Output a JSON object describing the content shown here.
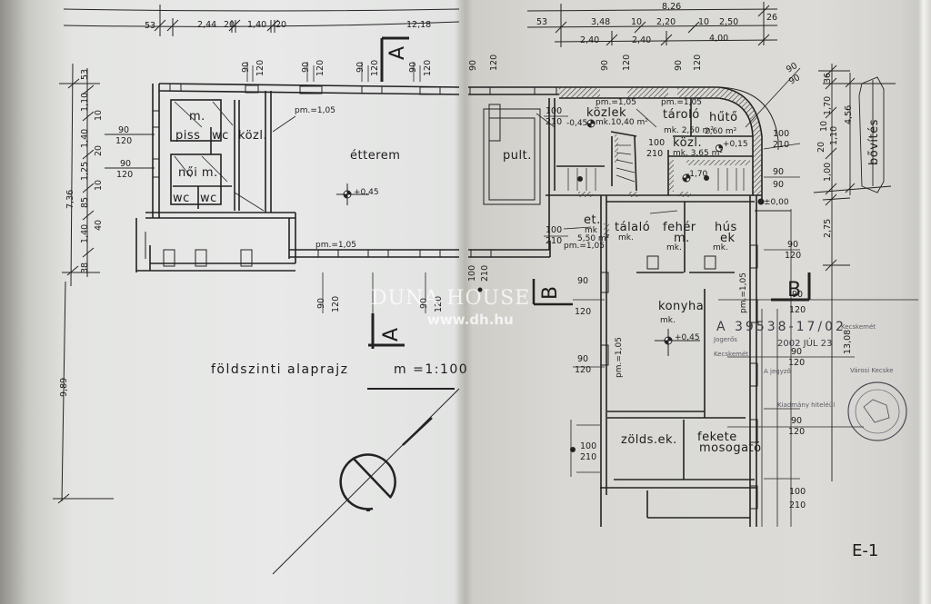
{
  "drawing": {
    "title": "földszinti alaprajz",
    "scale": "m =1:100",
    "sheet_id": "E-1",
    "watermark": {
      "brand": "DUNA HOUSE",
      "url": "www.dh.hu"
    },
    "section_markers": {
      "a": "A",
      "b": "B"
    },
    "approval_stamp": {
      "number": "A 39538-17/02",
      "date": "2002 JÚL 23",
      "line1": "Jogerős",
      "line2": "Kecskemét",
      "line3": "A jegyző",
      "line4": "Kiadmány hiteléül",
      "signer": "Városi Kecske"
    }
  },
  "rooms": {
    "etterem": "étterem",
    "piss": "piss",
    "wc1": "wc",
    "kozl1": "közl.",
    "ferfi": "m.",
    "noi": "női m.",
    "wc2": "wc",
    "wc3": "wc",
    "pult": "pult.",
    "kozlek": "közlek",
    "kozlek_area": "mk.10,40 m²",
    "tarolo": "tároló",
    "tarolo_area": "mk. 2,50 m²",
    "hulto": "hűtő",
    "hulto_area": "2,60 m²",
    "kozl2": "közl.",
    "kozl2_area": "mk. 3,65 m²",
    "et": "et.",
    "et_mk": "mk",
    "et_area": "5,50 m²",
    "talalo": "tálaló",
    "talalo_mk": "mk.",
    "feher": "fehér",
    "feher2": "m.",
    "feher_mk": "mk.",
    "hus": "hús",
    "hus2": "ek",
    "hus_mk": "mk.",
    "konyha": "konyha",
    "konyha_mk": "mk.",
    "zolds": "zölds.ek.",
    "fekete": "fekete",
    "mosogato": "mosogató",
    "bovites": "bővítés"
  },
  "levels": {
    "etterem": "+0,45",
    "kozlek": "-0,45",
    "kozl2": "+0,15",
    "stair": "-1,70",
    "entry": "±0,00",
    "konyha": "+0,45"
  },
  "parapets": {
    "top": "pm.=1,05",
    "bottom": "pm.=1,05",
    "kozlek": "pm.=1,05",
    "tarolo": "pm.=1,05",
    "et": "pm.=1,05",
    "konyha": "pm.=1,05",
    "konyha2": "pm.=1,05"
  },
  "dimensions": {
    "top_left": {
      "total": "12,18",
      "parts": [
        "53",
        "2,44",
        "20",
        "1,40",
        "20"
      ]
    },
    "top_right": {
      "total": "8,26",
      "parts": [
        "53",
        "3,48",
        "10",
        "2,20",
        "10",
        "2,50",
        "26"
      ],
      "lower": [
        "2,40",
        "2,40",
        "4,00"
      ]
    },
    "left_vertical": {
      "total": "7,36",
      "parts": [
        "53",
        "1,10",
        "10",
        "1,40",
        "20",
        "1,25",
        "10",
        "85",
        "40",
        "1,40",
        "38"
      ]
    },
    "left_overall": "9,89",
    "right_vertical": {
      "parts": [
        "36",
        "1,70",
        "10",
        "1,10",
        "20",
        "1,00",
        "2,75"
      ],
      "outer": "4,56",
      "long": "13,08"
    },
    "openings": {
      "w90_120": [
        "90",
        "120"
      ],
      "d100_210": [
        "100",
        "210"
      ],
      "w90_90": [
        "90",
        "90"
      ]
    }
  }
}
